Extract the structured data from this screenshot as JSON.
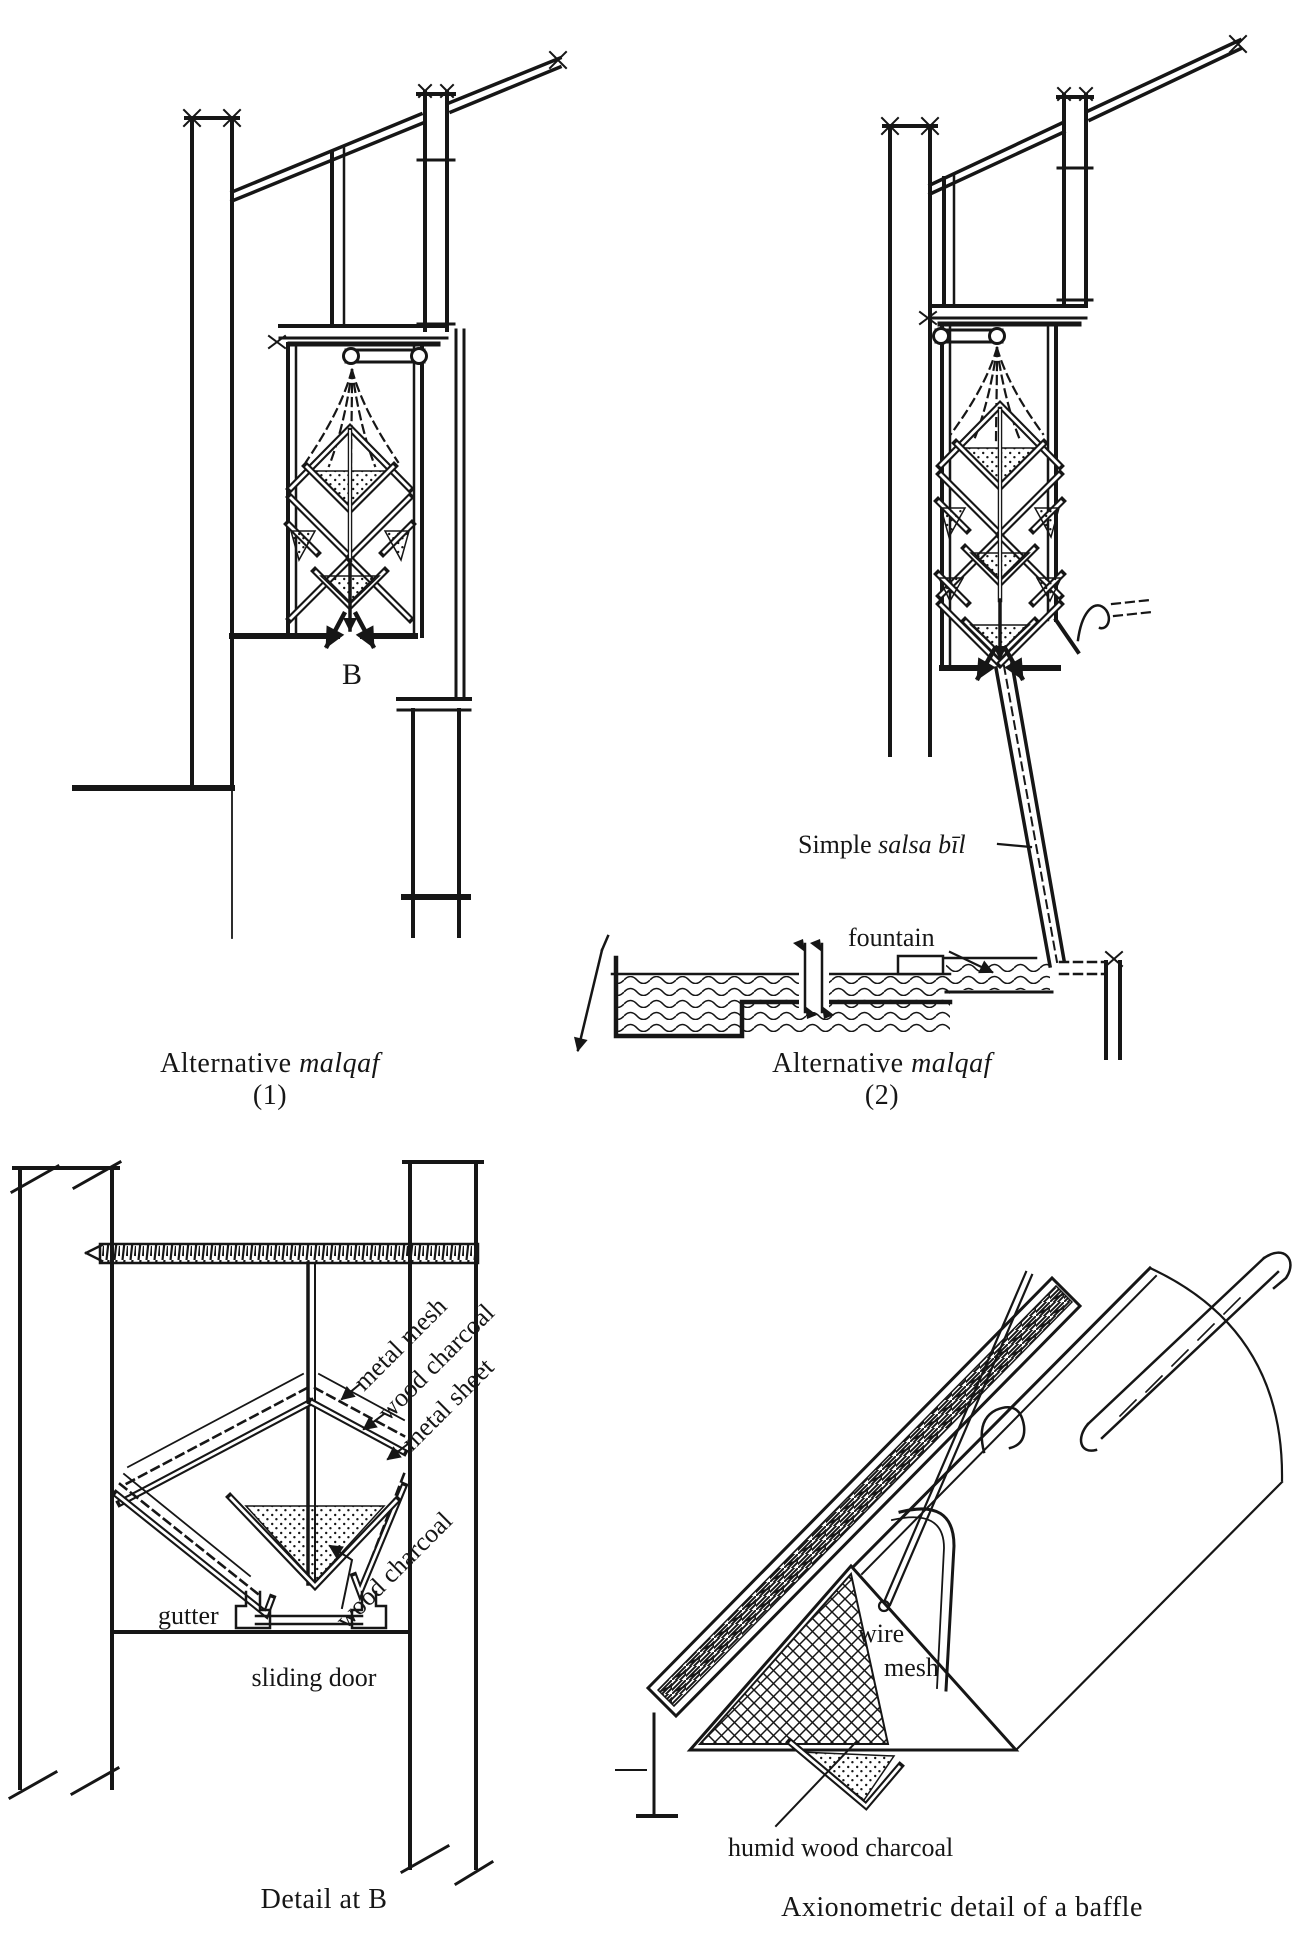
{
  "page": {
    "background": "#ffffff",
    "ink": "#161616"
  },
  "figure_alt1": {
    "caption_word": "Alternative",
    "caption_term": "malqaf",
    "caption_number": "(1)",
    "marker": "B"
  },
  "figure_alt2": {
    "caption_word": "Alternative",
    "caption_term": "malqaf",
    "caption_number": "(2)",
    "salsabil_prefix": "Simple ",
    "salsabil_term": "salsa bīl",
    "fountain_label": "fountain"
  },
  "figure_detail_b": {
    "layer_label_mesh": "metal mesh",
    "layer_label_charcoal": "wood charcoal",
    "layer_label_sheet": "metal sheet",
    "tray_label": "wood charcoal",
    "gutter_label": "gutter",
    "door_label": "sliding door",
    "caption": "Detail at B"
  },
  "figure_baffle": {
    "wire_label_line1": "wire",
    "wire_label_line2": "mesh",
    "charcoal_label": "humid wood charcoal",
    "caption": "Axionometric detail of a baffle"
  }
}
